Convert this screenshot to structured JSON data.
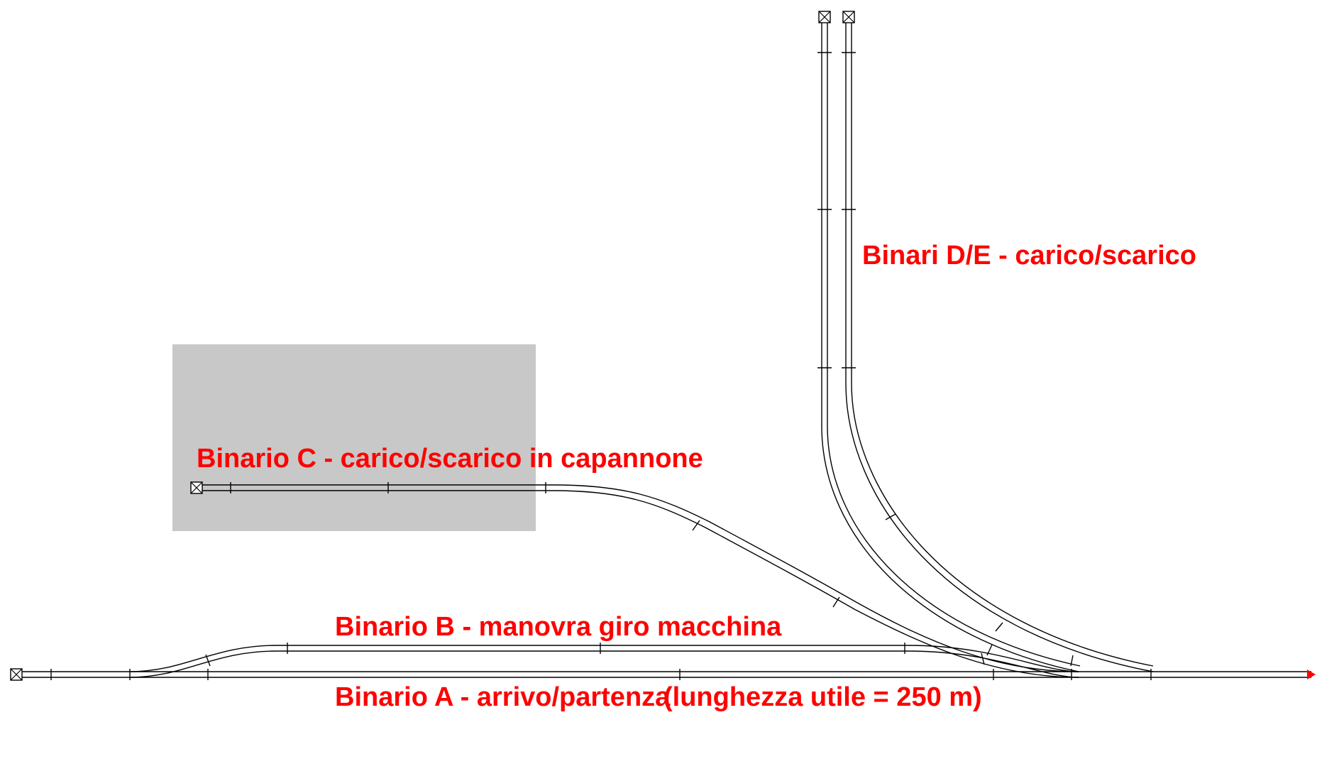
{
  "colors": {
    "background": "#ffffff",
    "track": "#000000",
    "label": "#ff0000",
    "shed": "#c8c8c8",
    "end_arrow": "#ff0000"
  },
  "labels": {
    "track_de": "Binari D/E - carico/scarico",
    "track_c": "Binario C - carico/scarico in capannone",
    "track_b": "Binario B - manovra giro macchina",
    "track_a": "Binario A - arrivo/partenza",
    "track_a_length": "(lunghezza utile = 250 m)"
  },
  "icons": {
    "buffer_stop": "buffer-stop-icon",
    "line_end": "arrow-right-icon"
  }
}
